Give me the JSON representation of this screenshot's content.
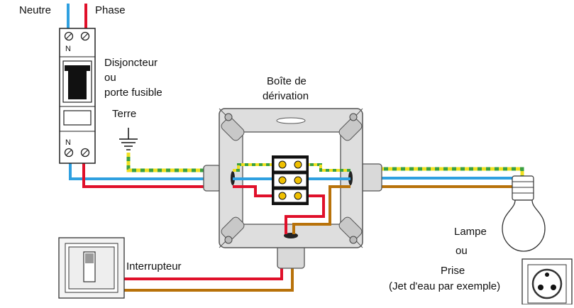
{
  "labels": {
    "neutre": "Neutre",
    "phase": "Phase",
    "breaker_line1": "Disjoncteur",
    "breaker_line2": "ou",
    "breaker_line3": "porte fusible",
    "terre": "Terre",
    "box_line1": "Boîte de",
    "box_line2": "dérivation",
    "interrupteur": "Interrupteur",
    "lampe": "Lampe",
    "ou": "ou",
    "prise": "Prise",
    "prise_note": "(Jet d'eau par exemple)",
    "breaker_top_n": "N",
    "breaker_bottom_n": "N"
  },
  "colors": {
    "neutral_wire": "#2fa0e0",
    "phase_wire": "#e0102a",
    "return_wire": "#b8720a",
    "earth_green": "#3aa040",
    "earth_yellow": "#f0e020",
    "box_fill": "#dcdcdc",
    "box_stroke": "#555555"
  }
}
